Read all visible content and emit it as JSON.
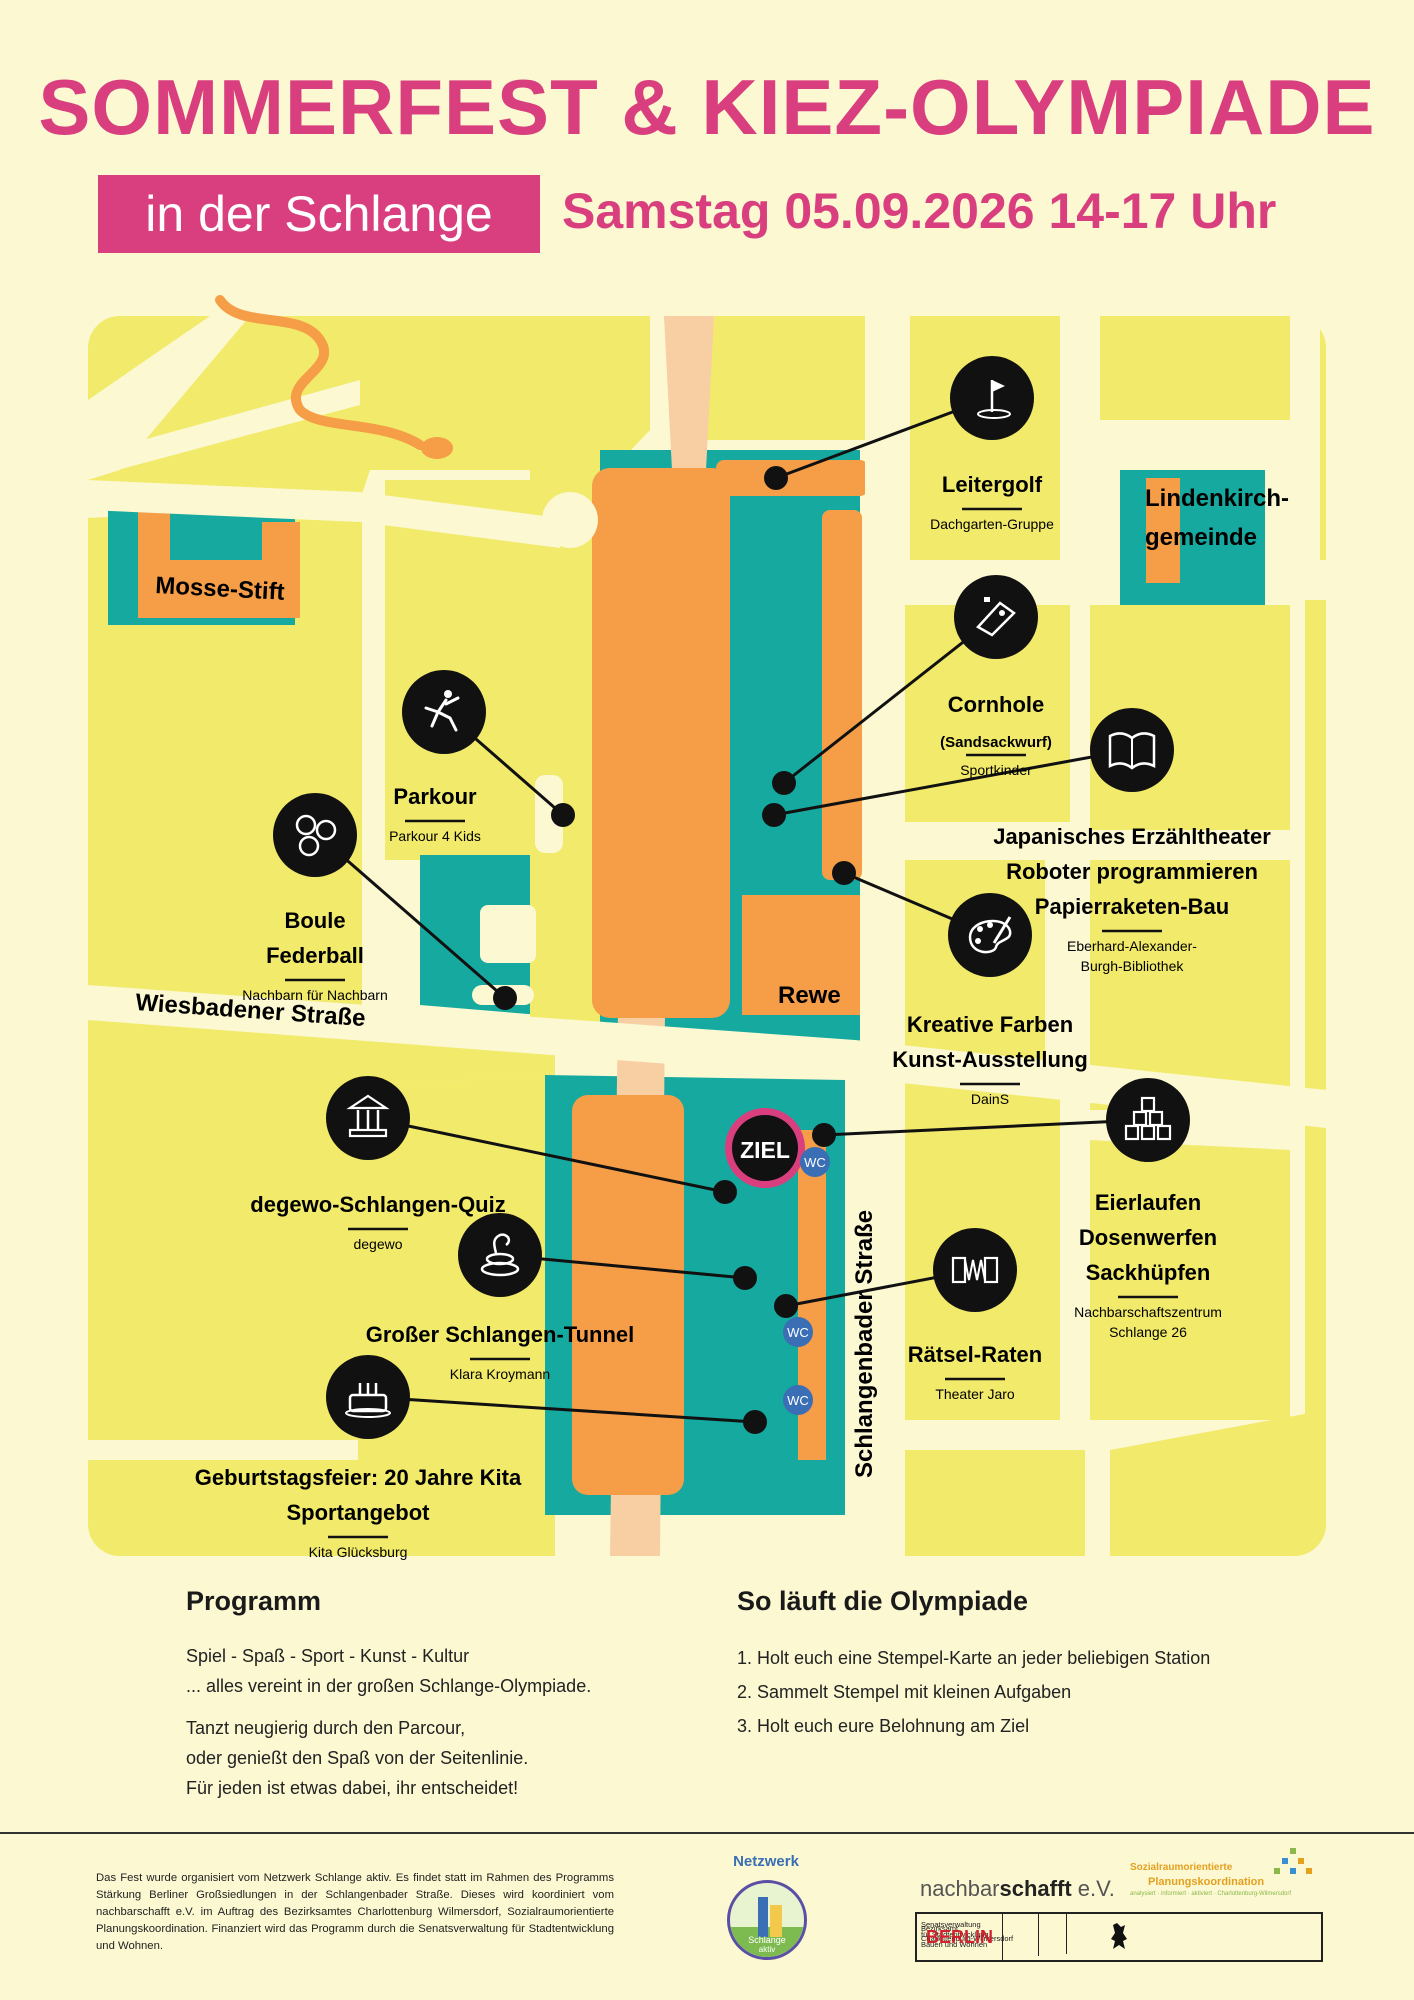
{
  "header": {
    "title": "SOMMERFEST & KIEZ-OLYMPIADE",
    "subtitle": "in der Schlange",
    "date": "Samstag 05.09.2026   14-17 Uhr"
  },
  "colors": {
    "pink": "#d93f7e",
    "yellow": "#f2ea6a",
    "teal": "#16a9a0",
    "orange": "#f59d47",
    "road": "#fbf8d2",
    "peach": "#f8cfa3"
  },
  "map": {
    "streets": {
      "wiesbadener": "Wiesbadener Straße",
      "schlangenbader": "Schlangenbader Straße"
    },
    "buildings": {
      "mosse": "Mosse-Stift",
      "linden_1": "Lindenkirch-",
      "linden_2": "gemeinde",
      "rewe": "Rewe"
    },
    "ziel": "ZIEL",
    "wc": "WC",
    "stations": [
      {
        "id": "leitergolf",
        "icon": "golf-flag-icon",
        "lines": [
          "Leitergolf"
        ],
        "org": [
          "Dachgarten-Gruppe"
        ]
      },
      {
        "id": "cornhole",
        "icon": "cornhole-icon",
        "lines": [
          "Cornhole",
          "(Sandsackwurf)"
        ],
        "org": [
          "Sportkinder"
        ]
      },
      {
        "id": "bibliothek",
        "icon": "book-icon",
        "lines": [
          "Japanisches Erzähltheater",
          "Roboter programmieren",
          "Papierraketen-Bau"
        ],
        "org": [
          "Eberhard-Alexander-",
          "Burgh-Bibliothek"
        ]
      },
      {
        "id": "kunst",
        "icon": "palette-icon",
        "lines": [
          "Kreative Farben",
          "Kunst-Ausstellung"
        ],
        "org": [
          "DainS"
        ]
      },
      {
        "id": "eierlaufen",
        "icon": "cans-icon",
        "lines": [
          "Eierlaufen",
          "Dosenwerfen",
          "Sackhüpfen"
        ],
        "org": [
          "Nachbarschaftszentrum",
          "Schlange 26"
        ]
      },
      {
        "id": "raetsel",
        "icon": "accordion-icon",
        "lines": [
          "Rätsel-Raten"
        ],
        "org": [
          "Theater Jaro"
        ]
      },
      {
        "id": "parkour",
        "icon": "parkour-icon",
        "lines": [
          "Parkour"
        ],
        "org": [
          "Parkour 4 Kids"
        ]
      },
      {
        "id": "boule",
        "icon": "balls-icon",
        "lines": [
          "Boule",
          "Federball"
        ],
        "org": [
          "Nachbarn für Nachbarn"
        ]
      },
      {
        "id": "quiz",
        "icon": "temple-icon",
        "lines": [
          "degewo-Schlangen-Quiz"
        ],
        "org": [
          "degewo"
        ]
      },
      {
        "id": "tunnel",
        "icon": "snake-icon",
        "lines": [
          "Großer Schlangen-Tunnel"
        ],
        "org": [
          "Klara Kroymann"
        ]
      },
      {
        "id": "geburtstag",
        "icon": "cake-icon",
        "lines": [
          "Geburtstagsfeier: 20 Jahre Kita",
          "Sportangebot"
        ],
        "org": [
          "Kita Glücksburg"
        ]
      }
    ]
  },
  "programm": {
    "title": "Programm",
    "lines": [
      "Spiel - Spaß - Sport - Kunst - Kultur",
      "... alles vereint in der großen Schlange-Olympiade.",
      "Tanzt neugierig durch den Parcour,",
      "oder genießt den Spaß von der Seitenlinie.",
      "Für jeden ist etwas dabei, ihr entscheidet!"
    ]
  },
  "olympiade": {
    "title": "So läuft die Olympiade",
    "steps": [
      "1.  Holt euch eine Stempel-Karte an jeder beliebigen Station",
      "2.  Sammelt Stempel mit kleinen Aufgaben",
      "3.  Holt euch eure Belohnung am Ziel"
    ]
  },
  "footer": {
    "text": "Das Fest wurde organisiert vom Netzwerk Schlange aktiv. Es findet statt im Rahmen des Programms Stärkung Berliner Großsiedlungen in der Schlangenbader Straße. Dieses wird koordiniert vom nachbarschafft e.V. im Auftrag des Bezirksamtes Charlottenburg Wilmersdorf, Sozialraumorientierte Planungskoordination. Finanziert wird das Programm durch die Senatsverwaltung für Stadtentwicklung und Wohnen.",
    "logos": {
      "netzwerk": "Netzwerk",
      "netzwerk_sub_1": "Schlange",
      "netzwerk_sub_2": "aktiv",
      "nachbarschafft_1": "nachbar",
      "nachbarschafft_2": "schafft",
      "nachbarschafft_3": " e.V.",
      "planung_1": "Sozialraumorientierte",
      "planung_2": "Planungskoordination",
      "planung_3": "analysiert · informiert · aktiviert · Charlottenburg-Wilmersdorf",
      "senat_1": "Senatsverwaltung",
      "senat_2": "für Stadtentwicklung,",
      "senat_3": "Bauen und Wohnen",
      "bezirk_1": "Bezirksamt",
      "bezirk_2": "Charlottenburg-Wilmersdorf",
      "berlin": "BERLIN"
    }
  }
}
